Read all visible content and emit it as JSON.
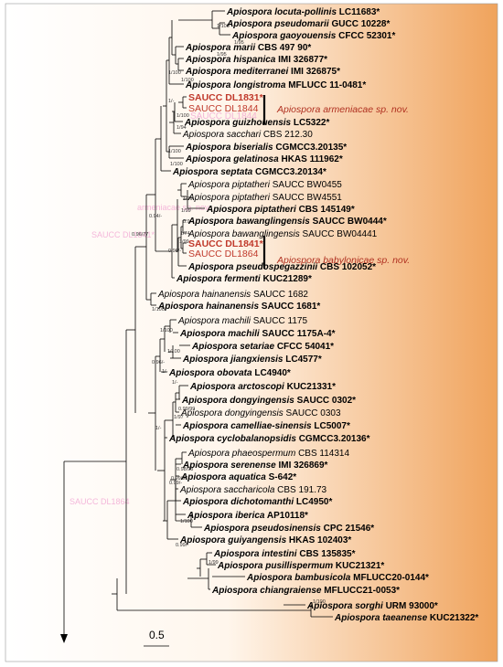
{
  "taxa": [
    {
      "genus": "Apiospora",
      "epithet": "locuta-pollinis",
      "code": "LC11683*",
      "bold": true
    },
    {
      "genus": "Apiospora",
      "epithet": "pseudomarii",
      "code": "GUCC 10228*",
      "bold": true
    },
    {
      "genus": "Apiospora",
      "epithet": "gaoyouensis",
      "code": "CFCC 52301*",
      "bold": true
    },
    {
      "genus": "Apiospora",
      "epithet": "marii",
      "code": "CBS 497 90*",
      "bold": true
    },
    {
      "genus": "Apiospora",
      "epithet": "hispanica",
      "code": "IMI 326877*",
      "bold": true
    },
    {
      "genus": "Apiospora",
      "epithet": "mediterranei",
      "code": "IMI 326875*",
      "bold": true
    },
    {
      "genus": "Apiospora",
      "epithet": "longistroma",
      "code": "MFLUCC 11-0481*",
      "bold": true
    },
    {
      "genus": "",
      "epithet": "",
      "code": "SAUCC DL1831*",
      "bold": false,
      "highlight": true
    },
    {
      "genus": "",
      "epithet": "",
      "code": "SAUCC DL1844",
      "bold": false,
      "highlight": true
    },
    {
      "genus": "Apiospora",
      "epithet": "guizhouensis",
      "code": "LC5322*",
      "bold": true
    },
    {
      "genus": "Apiospora",
      "epithet": "sacchari",
      "code": "CBS 212.30",
      "bold": false
    },
    {
      "genus": "Apiospora",
      "epithet": "biserialis",
      "code": "CGMCC3.20135*",
      "bold": true
    },
    {
      "genus": "Apiospora",
      "epithet": "gelatinosa",
      "code": "HKAS 111962*",
      "bold": true
    },
    {
      "genus": "Apiospora",
      "epithet": "septata",
      "code": "CGMCC3.20134*",
      "bold": true
    },
    {
      "genus": "Apiospora",
      "epithet": "piptatheri",
      "code": "SAUCC BW0455",
      "bold": false
    },
    {
      "genus": "Apiospora",
      "epithet": "piptatheri",
      "code": "SAUCC BW4551",
      "bold": false
    },
    {
      "genus": "Apiospora",
      "epithet": "piptatheri",
      "code": "CBS 145149*",
      "bold": true
    },
    {
      "genus": "Apiospora",
      "epithet": "bawanglingensis",
      "code": "SAUCC BW0444*",
      "bold": true
    },
    {
      "genus": "Apiospora",
      "epithet": "bawanglingensis",
      "code": "SAUCC BW04441",
      "bold": false
    },
    {
      "genus": "",
      "epithet": "",
      "code": "SAUCC DL1841*",
      "bold": false,
      "highlight": true
    },
    {
      "genus": "",
      "epithet": "",
      "code": "SAUCC DL1864",
      "bold": false,
      "highlight": true
    },
    {
      "genus": "Apiospora",
      "epithet": "pseudospegazzinii",
      "code": "CBS 102052*",
      "bold": true
    },
    {
      "genus": "Apiospora",
      "epithet": "fermenti",
      "code": "KUC21289*",
      "bold": true
    },
    {
      "genus": "Apiospora",
      "epithet": "hainanensis",
      "code": "SAUCC 1682",
      "bold": false
    },
    {
      "genus": "Apiospora",
      "epithet": "hainanensis",
      "code": "SAUCC 1681*",
      "bold": true
    },
    {
      "genus": "Apiospora",
      "epithet": "machili",
      "code": "SAUCC 1175",
      "bold": false
    },
    {
      "genus": "Apiospora",
      "epithet": "machili",
      "code": "SAUCC 1175A-4*",
      "bold": true
    },
    {
      "genus": "Apiospora",
      "epithet": "setariae",
      "code": "CFCC 54041*",
      "bold": true
    },
    {
      "genus": "Apiospora",
      "epithet": "jiangxiensis",
      "code": "LC4577*",
      "bold": true
    },
    {
      "genus": "Apiospora",
      "epithet": "obovata",
      "code": "LC4940*",
      "bold": true
    },
    {
      "genus": "Apiospora",
      "epithet": "arctoscopi",
      "code": "KUC21331*",
      "bold": true
    },
    {
      "genus": "Apiospora",
      "epithet": "dongyingensis",
      "code": "SAUCC 0302*",
      "bold": true
    },
    {
      "genus": "Apiospora",
      "epithet": "dongyingensis",
      "code": "SAUCC 0303",
      "bold": false
    },
    {
      "genus": "Apiospora",
      "epithet": "camelliae-sinensis",
      "code": "LC5007*",
      "bold": true
    },
    {
      "genus": "Apiospora",
      "epithet": "cyclobalanopsidis",
      "code": "CGMCC3.20136*",
      "bold": true
    },
    {
      "genus": "Apiospora",
      "epithet": "phaeospermum",
      "code": "CBS 114314",
      "bold": false
    },
    {
      "genus": "Apiospora",
      "epithet": "serenense",
      "code": "IMI 326869*",
      "bold": true
    },
    {
      "genus": "Apiospora",
      "epithet": "aquatica",
      "code": "S-642*",
      "bold": true
    },
    {
      "genus": "Apiospora",
      "epithet": "saccharicola",
      "code": "CBS 191.73",
      "bold": false
    },
    {
      "genus": "Apiospora",
      "epithet": "dichotomanthi",
      "code": "LC4950*",
      "bold": true
    },
    {
      "genus": "Apiospora",
      "epithet": "iberica",
      "code": "AP10118*",
      "bold": true
    },
    {
      "genus": "Apiospora",
      "epithet": "pseudosinensis",
      "code": "CPC 21546*",
      "bold": true
    },
    {
      "genus": "Apiospora",
      "epithet": "guiyangensis",
      "code": "HKAS 102403*",
      "bold": true
    },
    {
      "genus": "Apiospora",
      "epithet": "intestini",
      "code": "CBS 135835*",
      "bold": true
    },
    {
      "genus": "Apiospora",
      "epithet": "pusillispermum",
      "code": "KUC21321*",
      "bold": true
    },
    {
      "genus": "Apiospora",
      "epithet": "bambusicola",
      "code": "MFLUCC20-0144*",
      "bold": true
    },
    {
      "genus": "Apiospora",
      "epithet": "chiangraiense",
      "code": "MFLUCC21-0053*",
      "bold": true
    },
    {
      "genus": "Apiospora",
      "epithet": "sorghi",
      "code": "URM 93000*",
      "bold": true
    },
    {
      "genus": "Apiospora",
      "epithet": "taeanense",
      "code": "KUC21322*",
      "bold": true
    }
  ],
  "new_species": [
    {
      "label": "Apiospora armeniacae sp. nov."
    },
    {
      "label": "Apiospora babylonicae sp. nov."
    }
  ],
  "support_values": [
    "1/100",
    "1/95",
    "1/95",
    "1/100",
    "1/100",
    "1/-",
    "1/100",
    "1/94",
    "1/100",
    "1/100",
    "0.94/-",
    "1/79",
    "1/99",
    "0.9/-",
    "1/74",
    "1/99",
    "0.96/-",
    "0.96/77",
    "1/100",
    "1/100",
    "1/100",
    "0.96/-",
    "1/-",
    "1/-",
    "0.99/99",
    "1/97",
    "1/-",
    "0.98/98",
    "0.99/97",
    "0.99/-",
    "1/100",
    "0.99/-",
    "1/99",
    "1/100"
  ],
  "scale_bar": {
    "label": "0.5"
  },
  "colors": {
    "gradient_start": "#ffffff",
    "gradient_end": "#f0a35c",
    "new_species_text": "#b03020",
    "highlight_text": "#c0392b",
    "support_text": "#333333",
    "branch": "#000000",
    "ghost_text": "#f0a0d0"
  },
  "ghost_labels": [
    {
      "text": "SAUCC DL1844"
    },
    {
      "text": "armeniacae sp. nov."
    },
    {
      "text": "SAUCC DL1841*"
    },
    {
      "text": "SAUCC DL1864"
    }
  ]
}
